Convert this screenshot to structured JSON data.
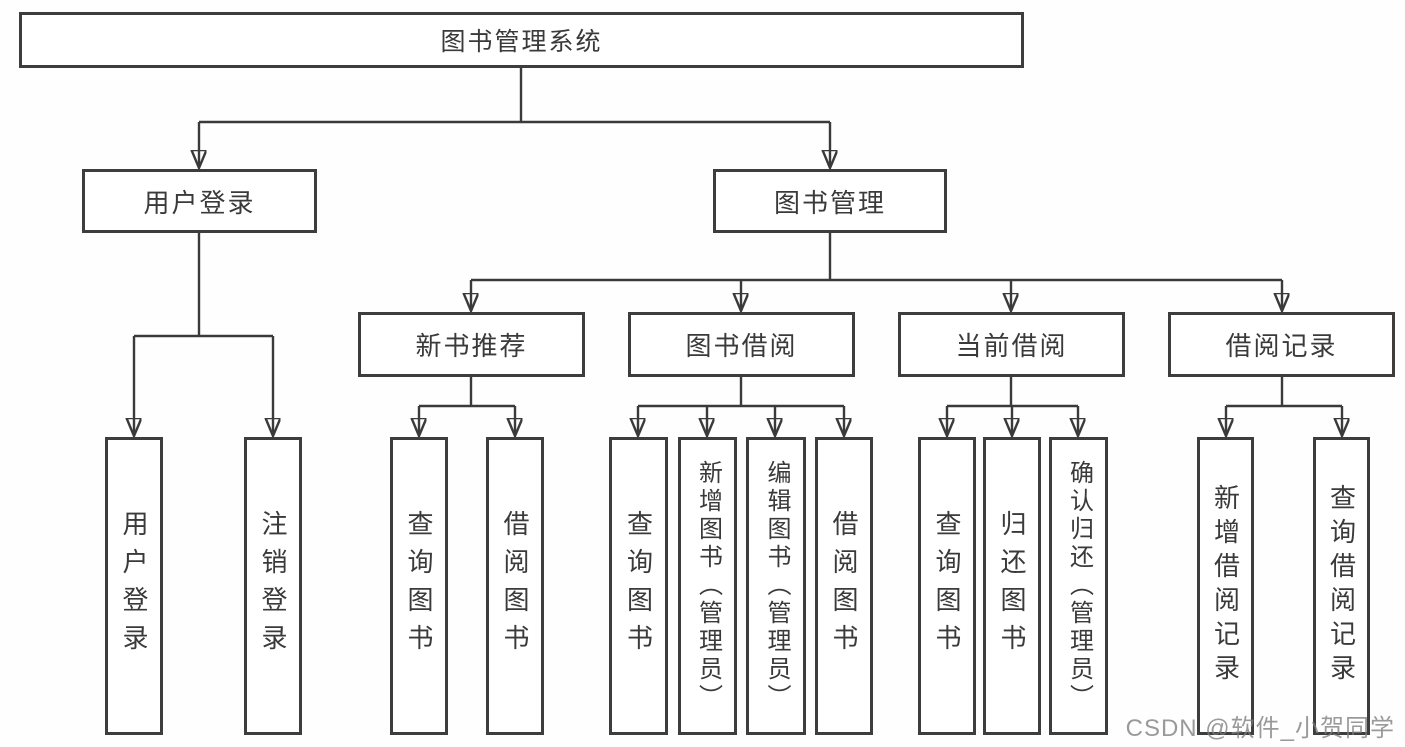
{
  "page": {
    "background": "#fefefe",
    "type": "hierarchy-diagram"
  },
  "colors": {
    "box_border": "#3d3d3d",
    "connector_line": "#3a3a3a",
    "text": "#3a3a3a",
    "watermark_text": "#8f8f8f",
    "box_fill": "#ffffff"
  },
  "diagram": {
    "root": {
      "label": "图书管理系统"
    },
    "user_branch": {
      "label": "用户登录",
      "children": [
        {
          "label": "用户登录"
        },
        {
          "label": "注销登录"
        }
      ]
    },
    "book_branch": {
      "label": "图书管理",
      "groups": [
        {
          "label": "新书推荐",
          "children": [
            {
              "label": "查询图书"
            },
            {
              "label": "借阅图书"
            }
          ]
        },
        {
          "label": "图书借阅",
          "children": [
            {
              "label": "查询图书"
            },
            {
              "label": "新增图书（管理员）"
            },
            {
              "label": "编辑图书（管理员）"
            },
            {
              "label": "借阅图书"
            }
          ]
        },
        {
          "label": "当前借阅",
          "children": [
            {
              "label": "查询图书"
            },
            {
              "label": "归还图书"
            },
            {
              "label": "确认归还（管理员）"
            }
          ]
        },
        {
          "label": "借阅记录",
          "children": [
            {
              "label": "新增借阅记录"
            },
            {
              "label": "查询借阅记录"
            }
          ]
        }
      ]
    }
  },
  "watermark": {
    "text": "CSDN @软件_小贺同学"
  }
}
